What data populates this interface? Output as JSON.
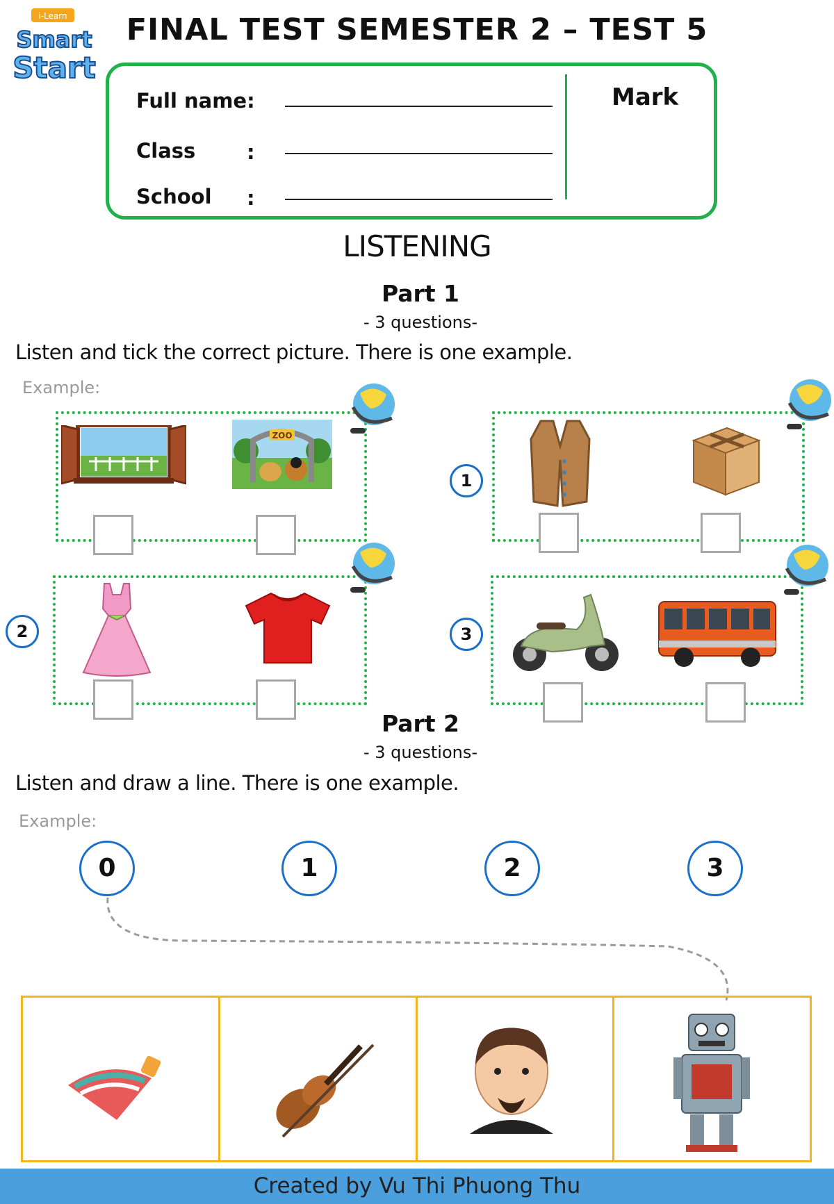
{
  "logo": {
    "top_text": "i-Learn",
    "line1": "Smart",
    "line2": "Start"
  },
  "header": {
    "title": "FINAL TEST SEMESTER 2 – TEST 5"
  },
  "info": {
    "full_name_label": "Full name:",
    "class_label": "Class",
    "school_label": "School",
    "colon": ":",
    "mark_label": "Mark"
  },
  "section": {
    "title": "LISTENING"
  },
  "part1": {
    "title": "Part 1",
    "subtitle": "- 3 questions-",
    "instruction": "Listen and tick the correct picture. There is one example.",
    "example_label": "Example:",
    "question_numbers": [
      "1",
      "2",
      "3"
    ],
    "pictures": [
      {
        "left": "window-picture",
        "right": "zoo-picture",
        "right_sign": "ZOO"
      },
      {
        "left": "vest-picture",
        "right": "box-picture"
      },
      {
        "left": "dress-picture",
        "right": "t-shirt-picture"
      },
      {
        "left": "motorbike-picture",
        "right": "bus-picture"
      }
    ]
  },
  "part2": {
    "title": "Part 2",
    "subtitle": "- 3 questions-",
    "instruction": "Listen and draw a line. There is one example.",
    "example_label": "Example:",
    "numbers": [
      "0",
      "1",
      "2",
      "3"
    ],
    "pictures": [
      "spinning-top-picture",
      "violin-picture",
      "man-face-picture",
      "robot-picture"
    ]
  },
  "footer": {
    "text": "Created by Vu Thi Phuong Thu"
  },
  "colors": {
    "green": "#22b04b",
    "blue": "#1a6fc9",
    "orange": "#f2b51b",
    "footer": "#4a9fdc"
  }
}
